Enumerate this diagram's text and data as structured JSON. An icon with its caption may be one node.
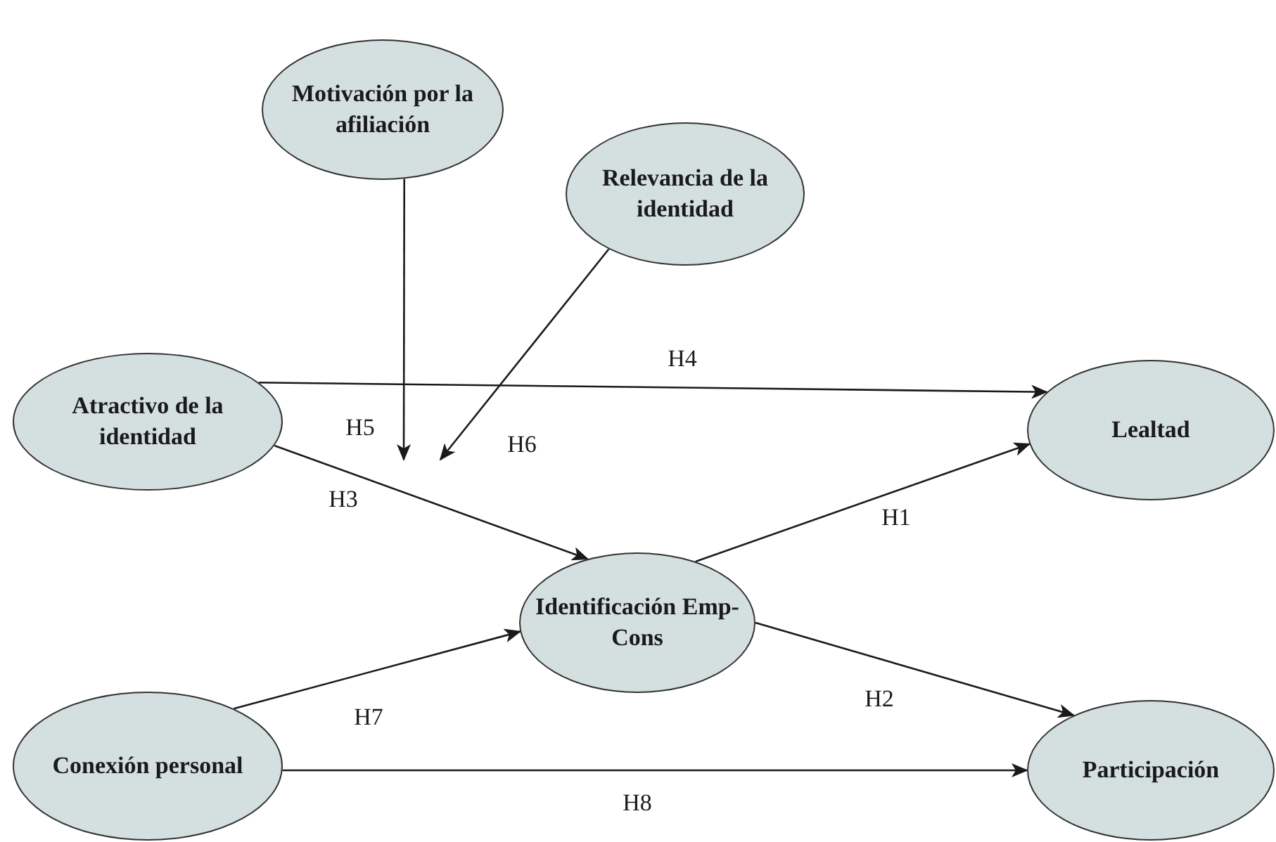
{
  "diagram": {
    "nodes": [
      {
        "text": [
          "Motivación por la afiliación"
        ]
      },
      {
        "text": [
          "Relevancia de la identidad"
        ]
      },
      {
        "text": [
          "Atractivo de la identidad"
        ]
      },
      {
        "text": [
          "Lealtad"
        ]
      },
      {
        "text": [
          "Identificación Emp-Cons"
        ]
      },
      {
        "text": [
          "Conexión personal"
        ]
      },
      {
        "text": [
          "Participación"
        ]
      }
    ],
    "edges": [
      {
        "from": 0,
        "to": null,
        "arrow": "to",
        "label": "H5"
      },
      {
        "from": 1,
        "to": null,
        "arrow": "to",
        "label": "H6"
      },
      {
        "from": 2,
        "to": 3,
        "arrow": "to",
        "label": "H4"
      },
      {
        "from": 2,
        "to": 4,
        "arrow": "to",
        "label": "H3"
      },
      {
        "from": 4,
        "to": 3,
        "arrow": "to",
        "label": "H1"
      },
      {
        "from": 4,
        "to": 6,
        "arrow": "to",
        "label": "H2"
      },
      {
        "from": 5,
        "to": 4,
        "arrow": "to",
        "label": "H7"
      },
      {
        "from": 5,
        "to": 6,
        "arrow": "to",
        "label": "H8"
      }
    ]
  }
}
